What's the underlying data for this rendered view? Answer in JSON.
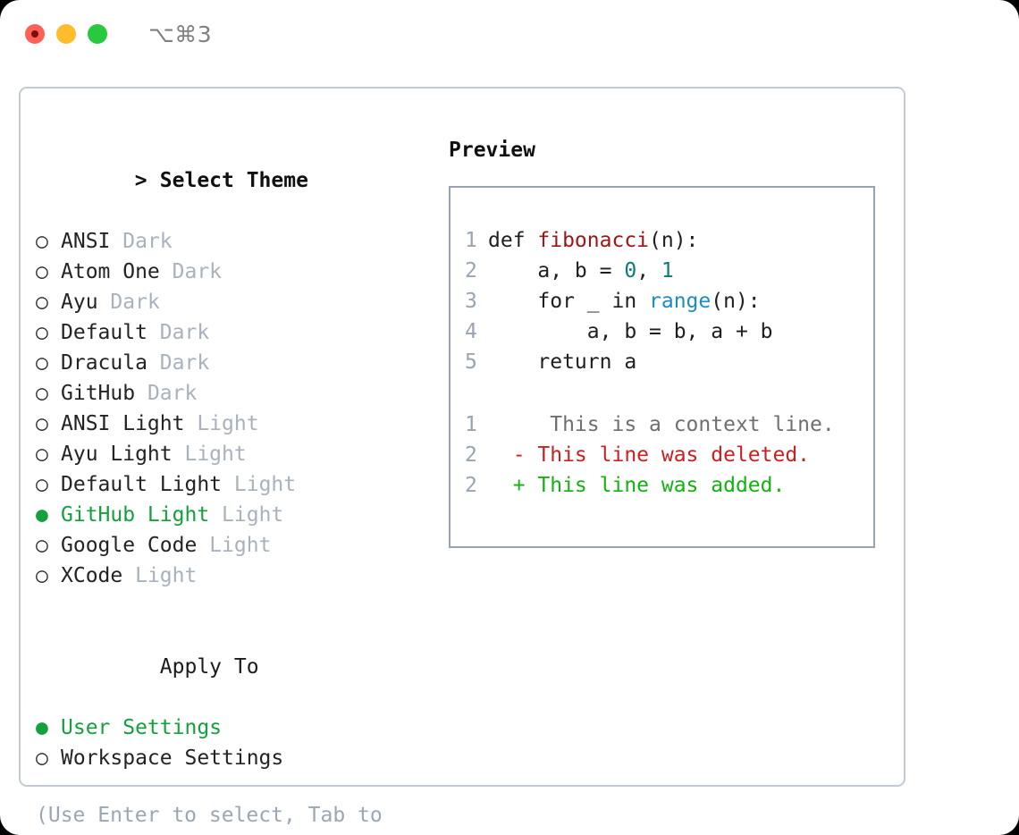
{
  "titlebar": {
    "shortcut": "⌥⌘3",
    "buttons": [
      {
        "name": "close",
        "color": "#ff6159"
      },
      {
        "name": "minimize",
        "color": "#ffbd2e"
      },
      {
        "name": "maximize",
        "color": "#28c93f"
      }
    ]
  },
  "theme_panel": {
    "header_marker": ">",
    "header": "Select Theme",
    "marker_selected": "●",
    "marker_unselected": "○",
    "items": [
      {
        "marker": "○",
        "name": "ANSI",
        "tag": "Dark",
        "selected": false
      },
      {
        "marker": "○",
        "name": "Atom One",
        "tag": "Dark",
        "selected": false
      },
      {
        "marker": "○",
        "name": "Ayu",
        "tag": "Dark",
        "selected": false
      },
      {
        "marker": "○",
        "name": "Default",
        "tag": "Dark",
        "selected": false
      },
      {
        "marker": "○",
        "name": "Dracula",
        "tag": "Dark",
        "selected": false
      },
      {
        "marker": "○",
        "name": "GitHub",
        "tag": "Dark",
        "selected": false
      },
      {
        "marker": "○",
        "name": "ANSI Light",
        "tag": "Light",
        "selected": false
      },
      {
        "marker": "○",
        "name": "Ayu Light",
        "tag": "Light",
        "selected": false
      },
      {
        "marker": "○",
        "name": "Default Light",
        "tag": "Light",
        "selected": false
      },
      {
        "marker": "●",
        "name": "GitHub Light",
        "tag": "Light",
        "selected": true
      },
      {
        "marker": "○",
        "name": "Google Code",
        "tag": "Light",
        "selected": false
      },
      {
        "marker": "○",
        "name": "XCode",
        "tag": "Light",
        "selected": false
      }
    ]
  },
  "apply_to": {
    "header": "Apply To",
    "options": [
      {
        "marker": "●",
        "label": "User Settings",
        "selected": true
      },
      {
        "marker": "○",
        "label": "Workspace Settings",
        "selected": false
      }
    ]
  },
  "hint": "(Use Enter to select, Tab to change focus)",
  "preview": {
    "title": "Preview",
    "code_lines": [
      {
        "number": "1",
        "tokens": [
          {
            "text": "def ",
            "type": "plain"
          },
          {
            "text": "fibonacci",
            "type": "func"
          },
          {
            "text": "(n):",
            "type": "plain"
          }
        ]
      },
      {
        "number": "2",
        "tokens": [
          {
            "text": "    a, b = ",
            "type": "plain"
          },
          {
            "text": "0",
            "type": "num"
          },
          {
            "text": ", ",
            "type": "plain"
          },
          {
            "text": "1",
            "type": "num"
          }
        ]
      },
      {
        "number": "3",
        "tokens": [
          {
            "text": "    for _ in ",
            "type": "plain"
          },
          {
            "text": "range",
            "type": "builtin"
          },
          {
            "text": "(n):",
            "type": "plain"
          }
        ]
      },
      {
        "number": "4",
        "tokens": [
          {
            "text": "        a, b = b, a + b",
            "type": "plain"
          }
        ]
      },
      {
        "number": "5",
        "tokens": [
          {
            "text": "    return a",
            "type": "plain"
          }
        ]
      }
    ],
    "diff_lines": [
      {
        "number": "1",
        "sign": " ",
        "text": "  This is a context line.",
        "type": "context"
      },
      {
        "number": "2",
        "sign": "-",
        "text": " This line was deleted.",
        "type": "deleted"
      },
      {
        "number": "2",
        "sign": "+",
        "text": " This line was added.",
        "type": "added"
      }
    ]
  },
  "colors": {
    "accent_green": "#14a03c",
    "diff_add": "#11b211",
    "diff_del": "#cc1f1f",
    "muted": "#a8b2bd",
    "border": "#c3cad3"
  }
}
